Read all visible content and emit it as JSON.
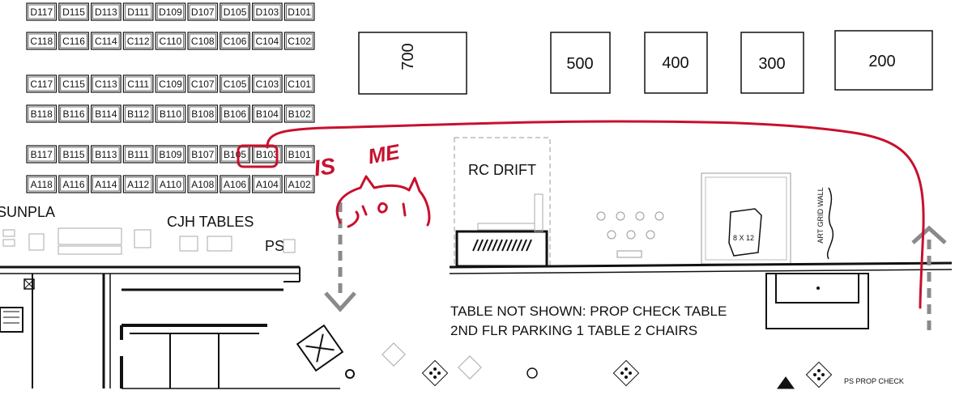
{
  "booths": {
    "D": [
      "D117",
      "D115",
      "D113",
      "D111",
      "D109",
      "D107",
      "D105",
      "D103",
      "D101"
    ],
    "C_top": [
      "C118",
      "C116",
      "C114",
      "C112",
      "C110",
      "C108",
      "C106",
      "C104",
      "C102"
    ],
    "C_bottom": [
      "C117",
      "C115",
      "C113",
      "C111",
      "C109",
      "C107",
      "C105",
      "C103",
      "C101"
    ],
    "B_top": [
      "B118",
      "B116",
      "B114",
      "B112",
      "B110",
      "B108",
      "B106",
      "B104",
      "B102"
    ],
    "B_bottom": [
      "B117",
      "B115",
      "B113",
      "B111",
      "B109",
      "B107",
      "B105",
      "B103",
      "B101"
    ],
    "A": [
      "A118",
      "A116",
      "A114",
      "A112",
      "A110",
      "A108",
      "A106",
      "A104",
      "A102"
    ]
  },
  "large_booths": [
    "700",
    "500",
    "400",
    "300",
    "200"
  ],
  "labels": {
    "rc_drift": "RC DRIFT",
    "cjh_tables": "CJH TABLES",
    "sunpla": "SUNPLA",
    "ps": "PS",
    "art_grid_wall": "ART GRID WALL",
    "size_8x12": "8 X 12",
    "note_line1": "TABLE NOT SHOWN: PROP CHECK TABLE",
    "note_line2": "2ND FLR PARKING 1 TABLE 2 CHAIRS",
    "ps_prop_check": "PS PROP CHECK"
  },
  "annotation": {
    "text_is": "IS",
    "text_me": "ME",
    "highlighted_booth": "B103",
    "ink_color": "#c8102e"
  },
  "colors": {
    "ink": "#111111",
    "arrow_gray": "#8a8a8a",
    "wall": "#111111"
  }
}
